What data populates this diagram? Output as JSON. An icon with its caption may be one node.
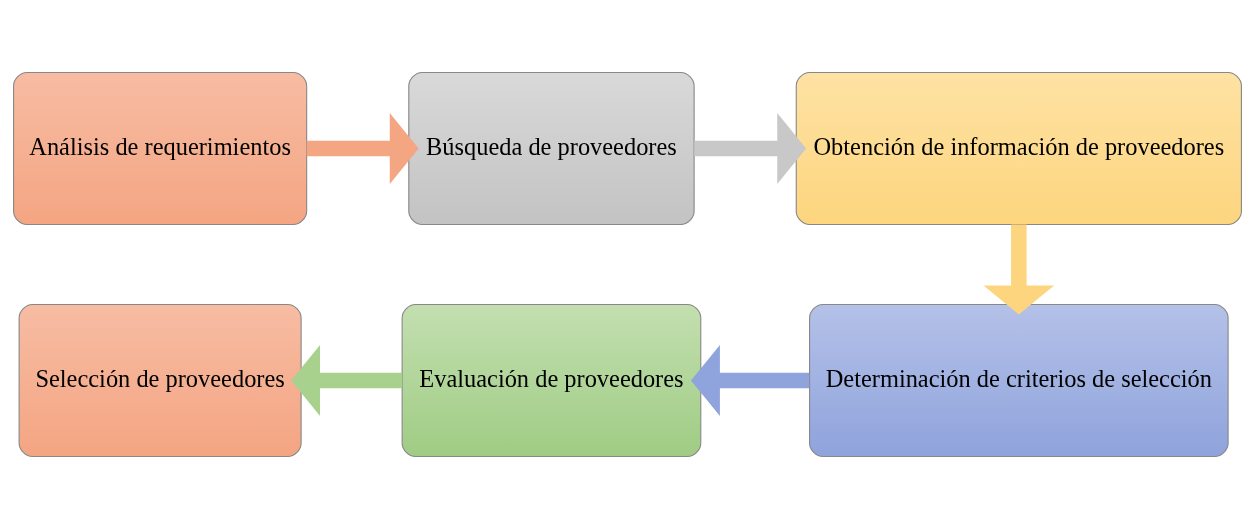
{
  "diagram": {
    "nodes": [
      {
        "text": [
          "Análisis de requerimientos"
        ]
      },
      {
        "text": [
          "Búsqueda de proveedores"
        ]
      },
      {
        "text": [
          "Obtención de información de proveedores"
        ]
      },
      {
        "text": [
          "Determinación de criterios de selección"
        ]
      },
      {
        "text": [
          "Evaluación de proveedores"
        ]
      },
      {
        "text": [
          "Selección de proveedores"
        ]
      }
    ],
    "edges": [
      {
        "from": 0,
        "to": 1,
        "arrow": "to",
        "color": "#f4a582"
      },
      {
        "from": 1,
        "to": 2,
        "arrow": "to",
        "color": "#c8c8c8"
      },
      {
        "from": 2,
        "to": 3,
        "arrow": "to",
        "color": "#fdd57e"
      },
      {
        "from": 3,
        "to": 4,
        "arrow": "to",
        "color": "#8fa3dc"
      },
      {
        "from": 4,
        "to": 5,
        "arrow": "to",
        "color": "#a9d18e"
      }
    ]
  }
}
